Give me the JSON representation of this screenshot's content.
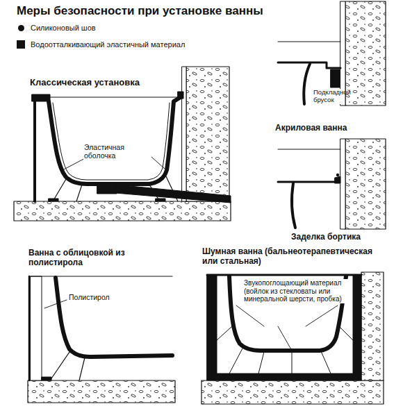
{
  "diagram": {
    "title": "Меры безопасности при установке ванны",
    "labels": [
      "Классическая установка",
      "Эластичная оболочка",
      "Подкладной брусок",
      "Акриловая ванна",
      "Заделка бортика",
      "Ванна с облицовкой из полистирола",
      "Полистирол",
      "Шумная ванна (бальнеотерапевтическая или стальная)",
      "Звукопоглощающий материал (войлок из стекловаты или минеральной шерсти, пробка)"
    ],
    "legend": [
      {
        "text": "Силиконовый шов"
      },
      {
        "text": "Водоотталкивающий эластичный материал",
        "color": "#111111"
      }
    ]
  }
}
